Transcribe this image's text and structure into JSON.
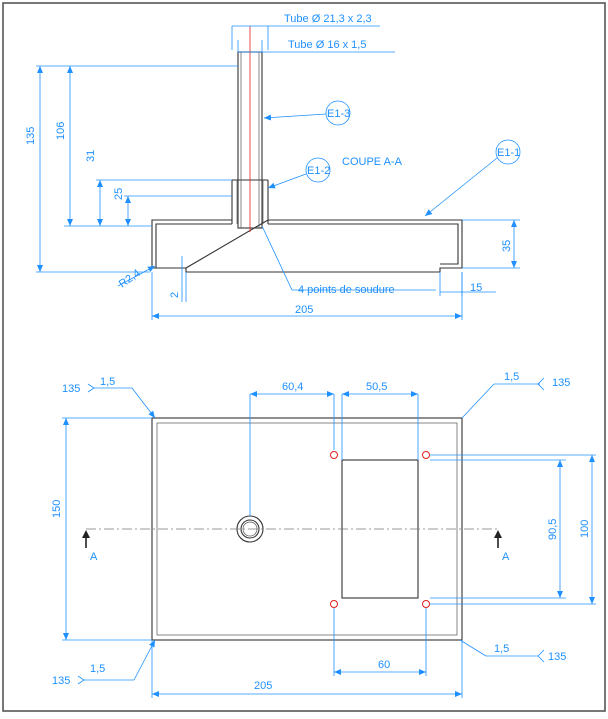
{
  "border_color": "#4a4a4a",
  "dimension_color": "#1e90ff",
  "accent_red": "#e02020",
  "section_view": {
    "tube_outer_label": "Tube Ø 21,3 x 2,3",
    "tube_inner_label": "Tube Ø 16 x 1,5",
    "callout_e13": "E1-3",
    "callout_e12": "E1-2",
    "callout_e11": "E1-1",
    "section_title": "COUPE A-A",
    "dim_135": "135",
    "dim_106": "106",
    "dim_31": "31",
    "dim_25": "25",
    "dim_35": "35",
    "dim_r": "R2,4",
    "dim_2": "2",
    "dim_15": "15",
    "dim_205": "205",
    "weld_note": "4 points de soudure"
  },
  "plan_view": {
    "weld_size_tl": "1,5",
    "weld_angle_tl": "135",
    "weld_size_tr": "1,5",
    "weld_angle_tr": "135",
    "weld_size_bl": "1,5",
    "weld_angle_bl": "135",
    "weld_size_br": "1,5",
    "weld_angle_br": "135",
    "dim_604": "60,4",
    "dim_505": "50,5",
    "dim_150": "150",
    "dim_905": "90,5",
    "dim_100": "100",
    "dim_60": "60",
    "dim_205": "205",
    "section_mark_left": "A",
    "section_mark_right": "A"
  }
}
